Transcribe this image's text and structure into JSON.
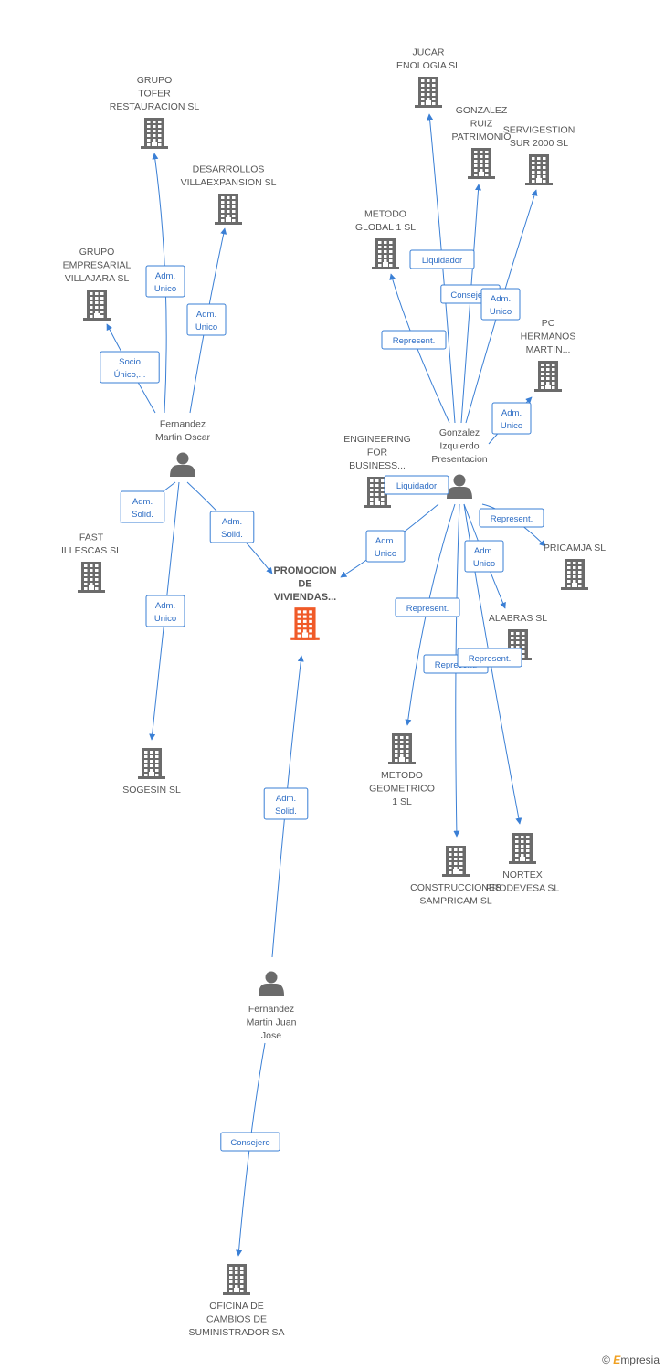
{
  "colors": {
    "edge": "#3a7fd5",
    "building": "#6b6b6b",
    "main": "#f05a28",
    "person": "#6b6b6b"
  },
  "nodes": [
    {
      "id": "n_main",
      "type": "company",
      "main": true,
      "label": [
        "PROMOCION",
        "DE",
        "VIVIENDAS..."
      ]
    },
    {
      "id": "n_fmo",
      "type": "person",
      "label": [
        "Fernandez",
        "Martin Oscar"
      ]
    },
    {
      "id": "n_gip",
      "type": "person",
      "label": [
        "Gonzalez",
        "Izquierdo",
        "Presentacion"
      ]
    },
    {
      "id": "n_fmjj",
      "type": "person",
      "label": [
        "Fernandez",
        "Martin Juan",
        "Jose"
      ]
    },
    {
      "id": "n_tofer",
      "type": "company",
      "label": [
        "GRUPO",
        "TOFER",
        "RESTAURACION SL"
      ]
    },
    {
      "id": "n_desarr",
      "type": "company",
      "label": [
        "DESARROLLOS",
        "VILLAEXPANSION SL"
      ]
    },
    {
      "id": "n_villajara",
      "type": "company",
      "label": [
        "GRUPO",
        "EMPRESARIAL",
        "VILLAJARA SL"
      ]
    },
    {
      "id": "n_fast",
      "type": "company",
      "label": [
        "FAST",
        "ILLESCAS SL"
      ]
    },
    {
      "id": "n_sogesin",
      "type": "company",
      "label": [
        "SOGESIN SL"
      ]
    },
    {
      "id": "n_jucar",
      "type": "company",
      "label": [
        "JUCAR",
        "ENOLOGIA SL"
      ]
    },
    {
      "id": "n_gonzruiz",
      "type": "company",
      "label": [
        "GONZALEZ",
        "RUIZ",
        "PATRIMONIO"
      ]
    },
    {
      "id": "n_servig",
      "type": "company",
      "label": [
        "SERVIGESTION",
        "SUR 2000 SL"
      ]
    },
    {
      "id": "n_metglobal",
      "type": "company",
      "label": [
        "METODO",
        "GLOBAL 1 SL"
      ]
    },
    {
      "id": "n_pc",
      "type": "company",
      "label": [
        "PC",
        "HERMANOS",
        "MARTIN..."
      ]
    },
    {
      "id": "n_engineering",
      "type": "company",
      "label": [
        "ENGINEERING",
        "FOR",
        "BUSINESS..."
      ]
    },
    {
      "id": "n_pricamja",
      "type": "company",
      "label": [
        "PRICAMJA SL"
      ]
    },
    {
      "id": "n_alabras",
      "type": "company",
      "label": [
        "ALABRAS SL"
      ]
    },
    {
      "id": "n_metgeo",
      "type": "company",
      "label": [
        "METODO",
        "GEOMETRICO",
        "1 SL"
      ]
    },
    {
      "id": "n_constr",
      "type": "company",
      "label": [
        "CONSTRUCCIONES",
        "SAMPRICAM SL"
      ]
    },
    {
      "id": "n_nortex",
      "type": "company",
      "label": [
        "NORTEX",
        "PRODEVESA SL"
      ]
    },
    {
      "id": "n_oficina",
      "type": "company",
      "label": [
        "OFICINA DE",
        "CAMBIOS DE",
        "SUMINISTRADOR SA"
      ]
    }
  ],
  "edges": [
    {
      "from": "n_fmo",
      "to": "n_tofer",
      "label": [
        "Adm.",
        "Unico"
      ]
    },
    {
      "from": "n_fmo",
      "to": "n_desarr",
      "label": [
        "Adm.",
        "Unico"
      ]
    },
    {
      "from": "n_fmo",
      "to": "n_villajara",
      "label": [
        "Socio",
        "Único,..."
      ]
    },
    {
      "from": "n_fmo",
      "to": "n_fast",
      "label": [
        "Adm.",
        "Solid."
      ]
    },
    {
      "from": "n_fmo",
      "to": "n_main",
      "label": [
        "Adm.",
        "Solid."
      ]
    },
    {
      "from": "n_fmo",
      "to": "n_sogesin",
      "label": [
        "Adm.",
        "Unico"
      ]
    },
    {
      "from": "n_gip",
      "to": "n_jucar",
      "label": [
        "Liquidador"
      ]
    },
    {
      "from": "n_gip",
      "to": "n_gonzruiz",
      "label": [
        "Consejero"
      ]
    },
    {
      "from": "n_gip",
      "to": "n_servig",
      "label": [
        "Adm.",
        "Unico"
      ]
    },
    {
      "from": "n_gip",
      "to": "n_metglobal",
      "label": [
        "Represent."
      ]
    },
    {
      "from": "n_gip",
      "to": "n_pc",
      "label": [
        "Adm.",
        "Unico"
      ]
    },
    {
      "from": "n_gip",
      "to": "n_engineering",
      "label": [
        "Liquidador"
      ]
    },
    {
      "from": "n_gip",
      "to": "n_main",
      "label": [
        "Adm.",
        "Unico"
      ]
    },
    {
      "from": "n_gip",
      "to": "n_pricamja",
      "label": [
        "Represent."
      ]
    },
    {
      "from": "n_gip",
      "to": "n_alabras",
      "label": [
        "Adm.",
        "Unico"
      ]
    },
    {
      "from": "n_gip",
      "to": "n_metgeo",
      "label": [
        "Represent."
      ]
    },
    {
      "from": "n_gip",
      "to": "n_constr",
      "label": [
        "Represent."
      ]
    },
    {
      "from": "n_gip",
      "to": "n_nortex",
      "label": [
        "Represent."
      ]
    },
    {
      "from": "n_fmjj",
      "to": "n_main",
      "label": [
        "Adm.",
        "Solid."
      ]
    },
    {
      "from": "n_fmjj",
      "to": "n_oficina",
      "label": [
        "Consejero"
      ]
    }
  ],
  "brand": {
    "copyright": "©",
    "name_initial": "E",
    "name_rest": "mpresia"
  }
}
